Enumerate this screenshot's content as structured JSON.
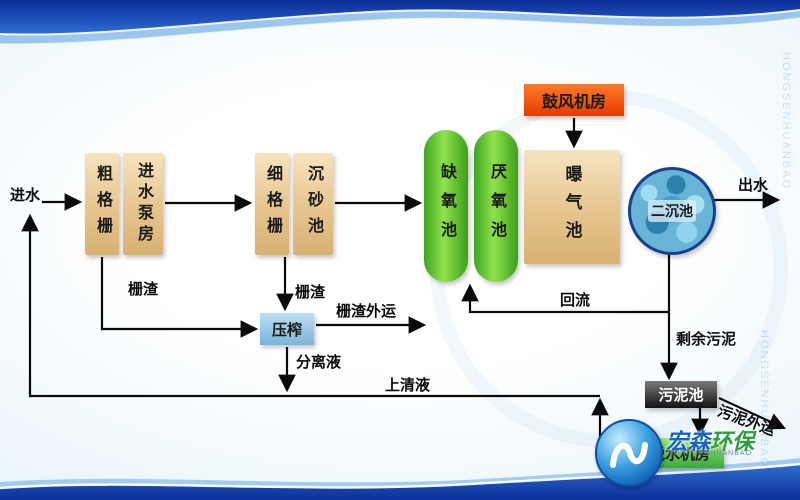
{
  "nodes": {
    "influent": "进水",
    "coarse_screen": "粗格栅",
    "inlet_pump_house": "进水泵房",
    "fine_screen": "细格栅",
    "grit_chamber": "沉砂池",
    "anoxic_tank": "缺氧池",
    "anaerobic_tank": "厌氧池",
    "aeration_tank": "曝气池",
    "blower_room": "鼓风机房",
    "secondary_clarifier": "二沉池",
    "effluent": "出水",
    "press": "压榨",
    "sludge_tank": "污泥池",
    "dewatering_room": "脱水机房"
  },
  "flow_labels": {
    "screenings_coarse": "栅渣",
    "screenings_fine": "栅渣",
    "screenings_out": "栅渣外运",
    "separated_liquid": "分离液",
    "supernatant": "上清液",
    "return_flow": "回流",
    "excess_sludge": "剩余污泥",
    "sludge_out": "污泥外运"
  },
  "logo": {
    "brand_blue": "宏森",
    "brand_green": "环保",
    "subtext": "HONGSENHUANBAO",
    "watermark": "HONGSENHUANBAO"
  },
  "colors": {
    "band_blue": "#0b2d96",
    "tan_box": "#e6c48e",
    "green_tank": "#55c22e",
    "red_box": "#e63c00",
    "press_blue": "#7cb4da",
    "sludge_dark": "#121212",
    "dewater_green": "#3aa83a",
    "arrow": "#0a0a0a"
  }
}
